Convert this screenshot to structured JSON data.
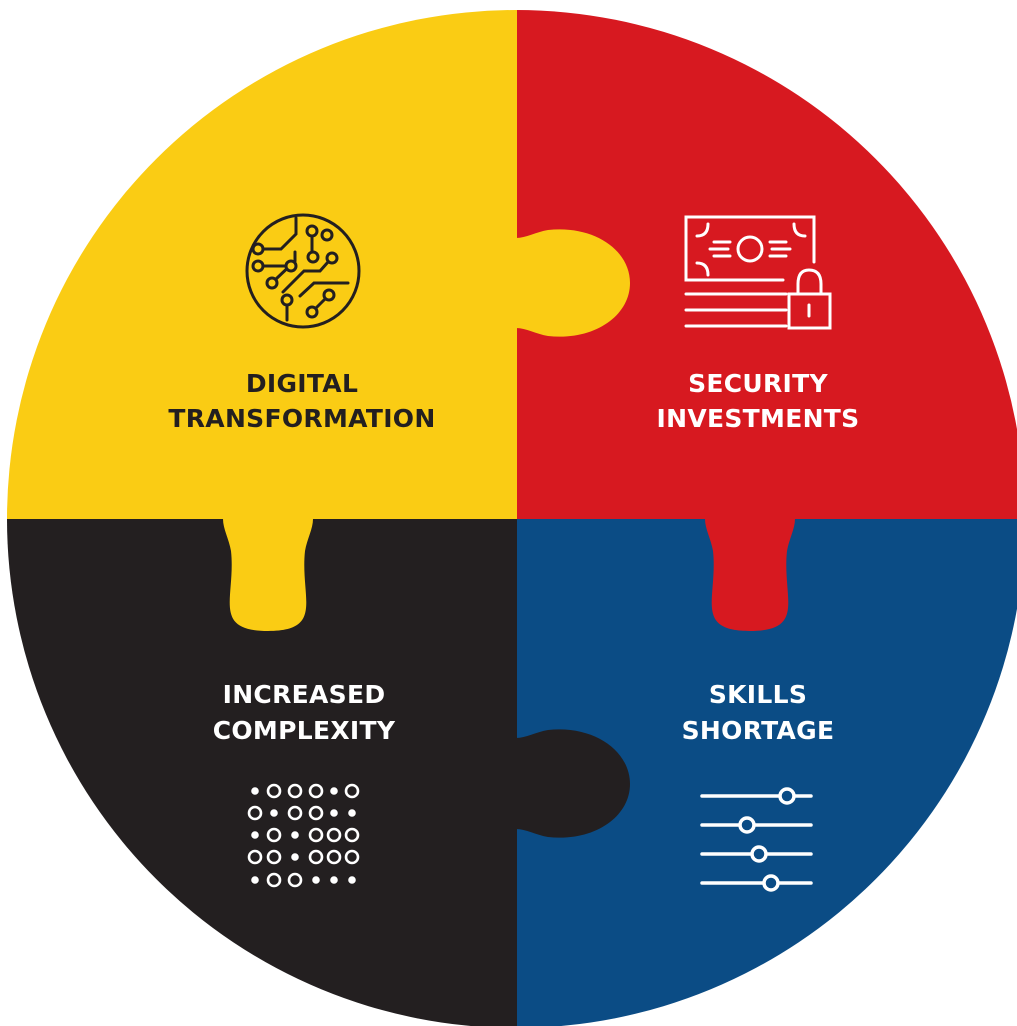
{
  "quadrants": [
    {
      "id": "top-left",
      "line1": "DIGITAL",
      "line2": "TRANSFORMATION",
      "color": "#FACC14",
      "text_color": "#231F20",
      "icon": "circuit-globe-icon"
    },
    {
      "id": "top-right",
      "line1": "SECURITY",
      "line2": "INVESTMENTS",
      "color": "#D71920",
      "text_color": "#FFFFFF",
      "icon": "money-lock-icon"
    },
    {
      "id": "bottom-left",
      "line1": "INCREASED",
      "line2": "COMPLEXITY",
      "color": "#231F20",
      "text_color": "#FFFFFF",
      "icon": "dot-matrix-icon"
    },
    {
      "id": "bottom-right",
      "line1": "SKILLS",
      "line2": "SHORTAGE",
      "color": "#0B4C85",
      "text_color": "#FFFFFF",
      "icon": "slider-controls-icon"
    }
  ]
}
